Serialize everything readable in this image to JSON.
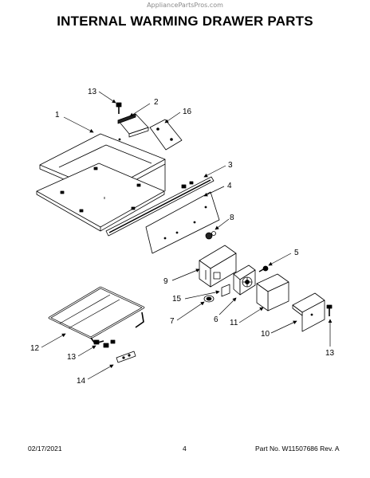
{
  "watermark": "AppliancePartsPros.com",
  "title": "INTERNAL WARMING DRAWER PARTS",
  "callouts": [
    "13",
    "2",
    "16",
    "1",
    "3",
    "4",
    "8",
    "5",
    "9",
    "15",
    "6",
    "7",
    "11",
    "10",
    "13",
    "12",
    "13",
    "14"
  ],
  "footer": {
    "date": "02/17/2021",
    "page": "4",
    "part": "Part No. W11507686  Rev. A"
  }
}
